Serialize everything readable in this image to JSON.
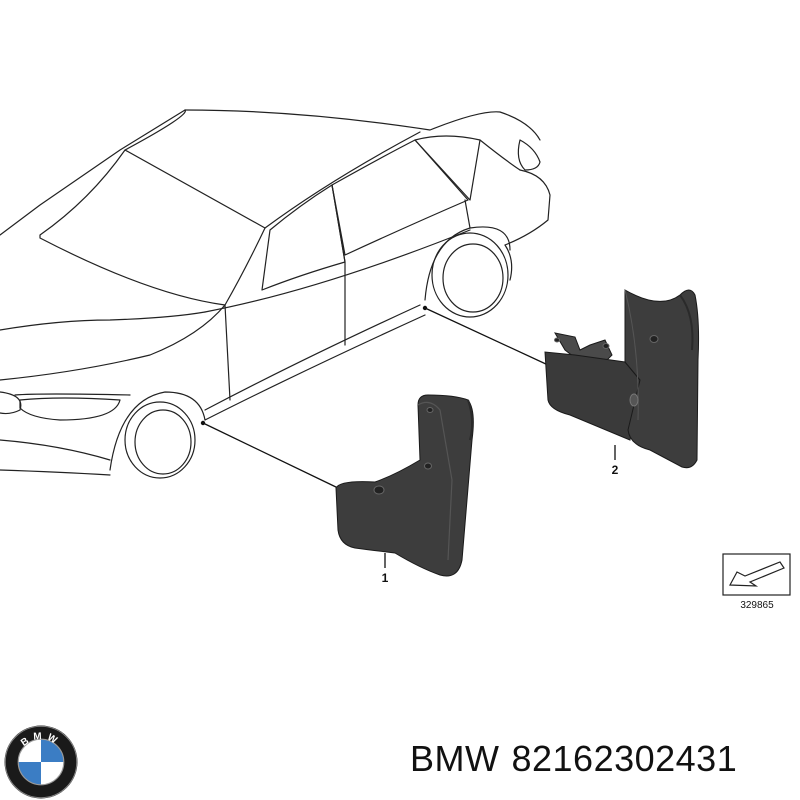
{
  "diagram": {
    "callouts": [
      {
        "number": "1",
        "part": "front-mud-flap"
      },
      {
        "number": "2",
        "part": "rear-mud-flap"
      }
    ],
    "reference_number": "329865"
  },
  "caption": {
    "brand": "BMW",
    "part_number": "82162302431"
  },
  "logo": {
    "letters": "BMW",
    "colors": {
      "ring": "#1a1a1a",
      "blue": "#3b7dc4",
      "white": "#ffffff"
    }
  },
  "colors": {
    "line_art": "#222222",
    "mud_flap": "#3c3c3c",
    "background": "#ffffff"
  }
}
